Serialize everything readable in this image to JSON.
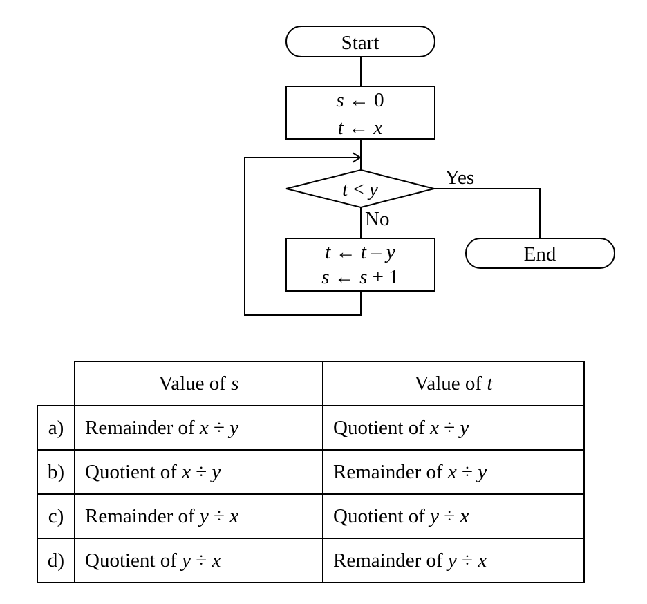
{
  "flowchart": {
    "start": "Start",
    "init": [
      [
        "s",
        " ← 0"
      ],
      [
        "t",
        " ← ",
        "x"
      ]
    ],
    "decision": [
      "t",
      " < ",
      "y"
    ],
    "yes": "Yes",
    "no": "No",
    "loop_body": [
      [
        "t",
        " ← ",
        "t",
        " – ",
        "y"
      ],
      [
        "s",
        " ← ",
        "s",
        " + 1"
      ]
    ],
    "end": "End"
  },
  "table": {
    "headers": [
      [
        "Value of ",
        "s"
      ],
      [
        "Value of ",
        "t"
      ]
    ],
    "rows": [
      {
        "label": "a)",
        "s": [
          "Remainder of ",
          "x",
          " ÷ ",
          "y"
        ],
        "t": [
          "Quotient of ",
          "x",
          " ÷ ",
          "y"
        ]
      },
      {
        "label": "b)",
        "s": [
          "Quotient of ",
          "x",
          " ÷ ",
          "y"
        ],
        "t": [
          "Remainder of ",
          "x",
          " ÷ ",
          "y"
        ]
      },
      {
        "label": "c)",
        "s": [
          "Remainder of ",
          "y",
          " ÷ ",
          "x"
        ],
        "t": [
          "Quotient of ",
          "y",
          " ÷ ",
          "x"
        ]
      },
      {
        "label": "d)",
        "s": [
          "Quotient of ",
          "y",
          " ÷ ",
          "x"
        ],
        "t": [
          "Remainder of ",
          "y",
          " ÷ ",
          "x"
        ]
      }
    ]
  }
}
